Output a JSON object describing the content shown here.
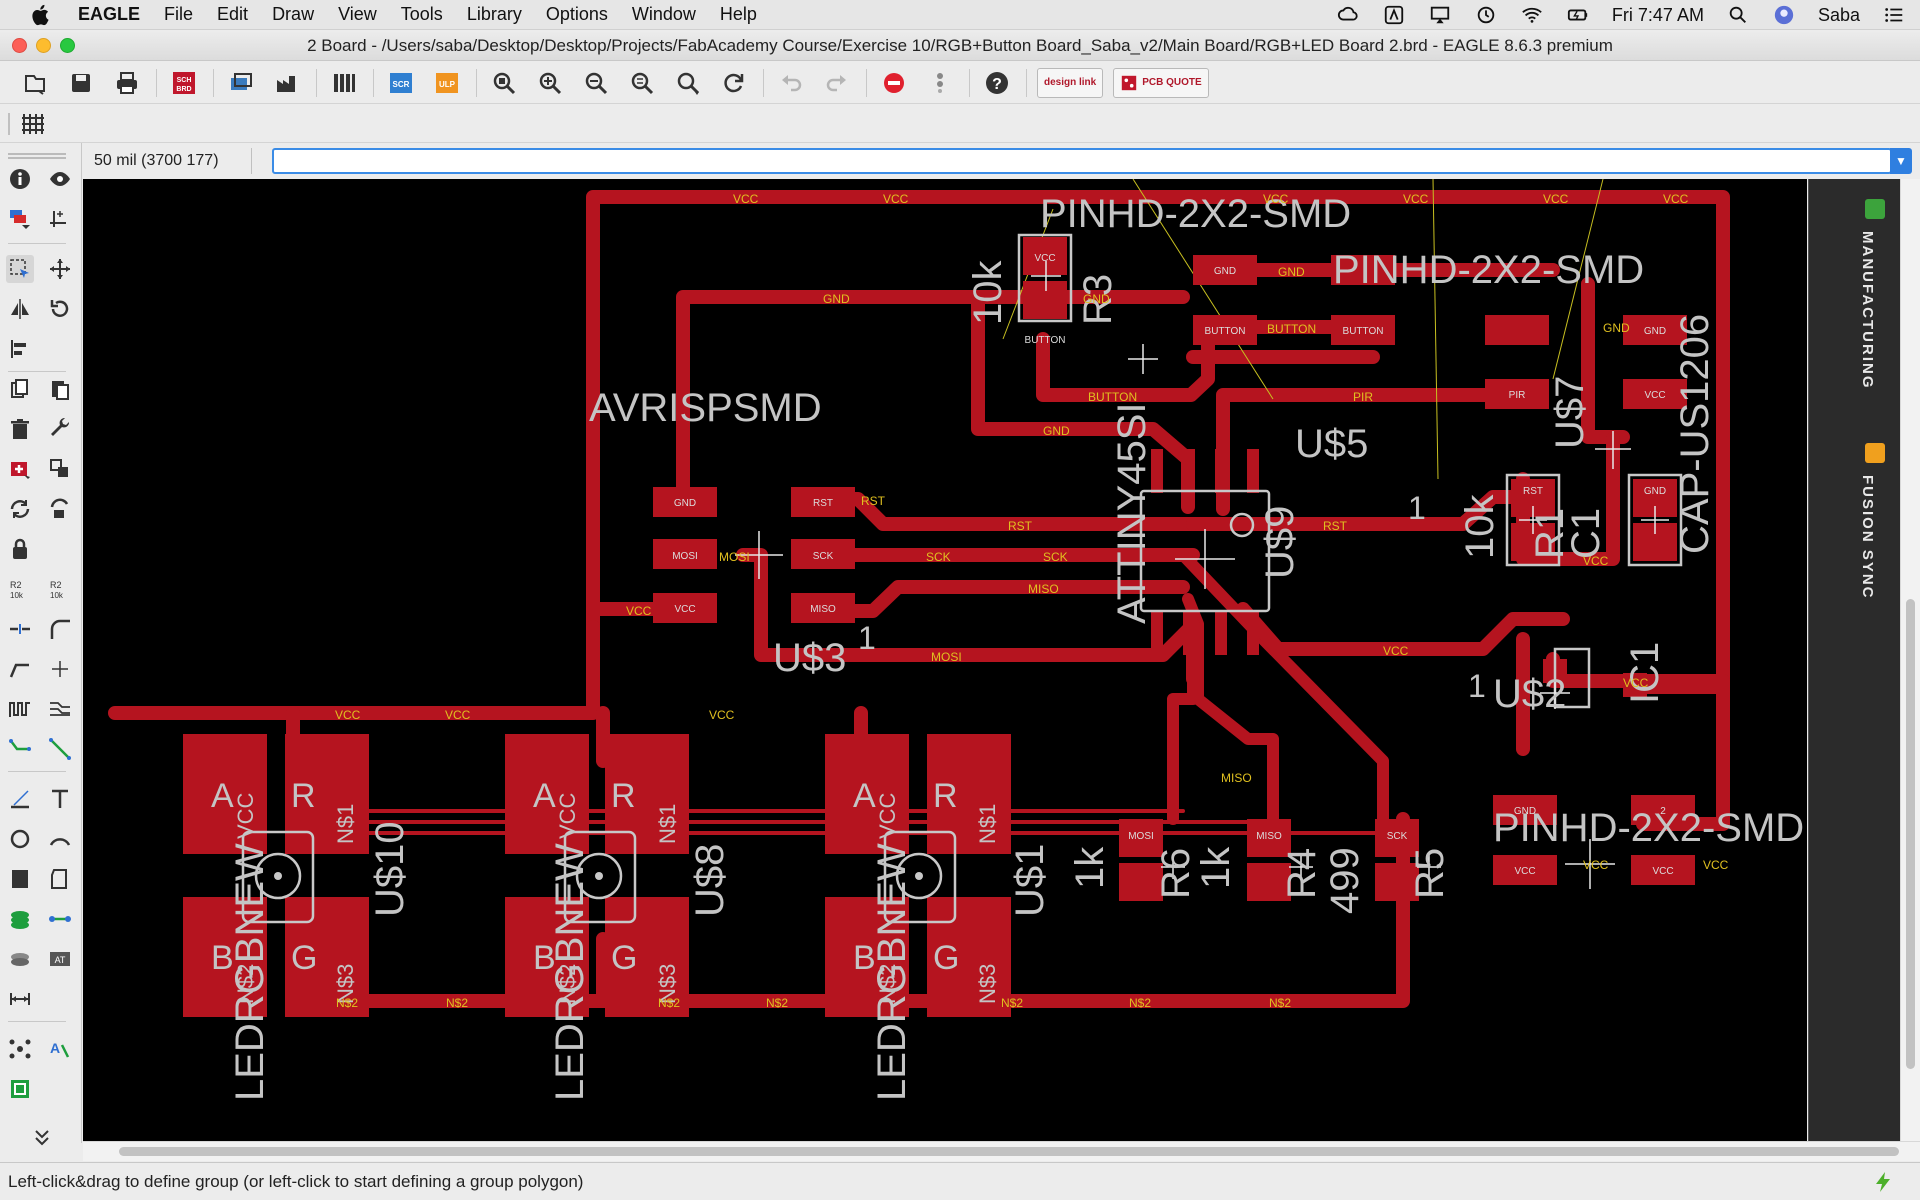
{
  "menubar": {
    "app": "EAGLE",
    "items": [
      "File",
      "Edit",
      "Draw",
      "View",
      "Tools",
      "Library",
      "Options",
      "Window",
      "Help"
    ],
    "clock": "Fri 7:47 AM",
    "user": "Saba"
  },
  "window": {
    "title": "2 Board - /Users/saba/Desktop/Desktop/Projects/FabAcademy Course/Exercise 10/RGB+Button Board_Saba_v2/Main Board/RGB+LED Board 2.brd - EAGLE 8.6.3 premium"
  },
  "toolbar": {
    "sch_label": "SCH BRD",
    "scr_label": "SCR",
    "ulp_label": "ULP",
    "designlink_label": "design link",
    "pcbquote_label": "PCB QUOTE"
  },
  "command": {
    "coordinates": "50 mil (3700 177)",
    "input_value": ""
  },
  "right_panel": {
    "tab1": "MANUFACTURING",
    "tab2": "FUSION SYNC"
  },
  "status": {
    "message": "Left-click&drag to define group (or left-click to start defining a group polygon)"
  },
  "board": {
    "colors": {
      "copper": "#b5141f",
      "label_yellow": "#e0c020",
      "silk": "#c8c8c8",
      "background": "#000000"
    },
    "components": {
      "pinhd1": "PINHD-2X2-SMD",
      "pinhd2": "PINHD-2X2-SMD",
      "pinhd3": "PINHD-2X2-SMD",
      "avr": "AVRISPSMD",
      "attiny": "ATTINY45SI",
      "u9": "U$9",
      "u3": "U$3",
      "u5": "U$5",
      "u2": "U$2",
      "u7": "U$7",
      "u10": "U$10",
      "u8": "U$8",
      "u1": "U$1",
      "r3": "R3",
      "r3v": "10k",
      "r1": "R1",
      "r1v": "10k",
      "c1": "C1",
      "cap": "CAP-US1206",
      "ic1": "IC1",
      "r6": "R6",
      "r6v": "1k",
      "r4": "R4",
      "r4v": "1k",
      "r5": "R5",
      "r5v": "499",
      "led1": "LEDRGBNEW",
      "led2": "LEDRGBNEW",
      "led3": "LEDRGBNEW",
      "pin1a": "1",
      "pin1b": "1",
      "pin1c": "1"
    },
    "nets": {
      "vcc": "VCC",
      "gnd": "GND",
      "button": "BUTTON",
      "pir": "PIR",
      "rst": "RST",
      "sck": "SCK",
      "miso": "MISO",
      "mosi": "MOSI",
      "n2": "N$2",
      "n1": "N$1",
      "n3": "N$3"
    },
    "pads": {
      "gnd": "GND",
      "vcc": "VCC",
      "rst": "RST",
      "mosi": "MOSI",
      "sck": "SCK",
      "miso": "MISO",
      "button": "BUTTON",
      "pir": "PIR",
      "a": "A",
      "r": "R",
      "b": "B",
      "g": "G",
      "n1": "N$1",
      "n2": "N$2",
      "n3": "N$3",
      "p2": "2"
    }
  }
}
